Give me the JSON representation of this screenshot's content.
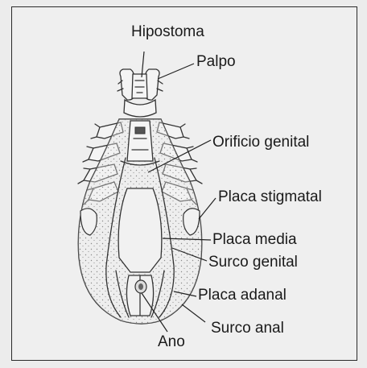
{
  "figure": {
    "background": "#efefef",
    "ink_color": "#333333",
    "labels": {
      "hipostoma": "Hipostoma",
      "palpo": "Palpo",
      "orificio_genital": "Orificio genital",
      "placa_stigmatal": "Placa stigmatal",
      "placa_media": "Placa media",
      "surco_genital": "Surco genital",
      "placa_adanal": "Placa adanal",
      "surco_anal": "Surco anal",
      "ano": "Ano"
    }
  }
}
